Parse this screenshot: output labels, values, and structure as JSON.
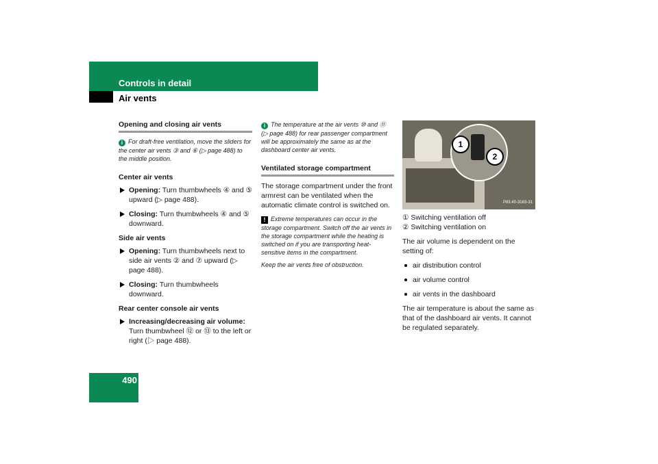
{
  "header": {
    "section": "Controls in detail",
    "topic": "Air vents"
  },
  "page_number": "490",
  "col1": {
    "heading": "Opening and closing air vents",
    "note": "For draft-free ventilation, move the sliders for the center air vents ③ and ⑥ (▷ page 488) to the middle position.",
    "center_title": "Center air vents",
    "center_open_label": "Opening:",
    "center_open_text": " Turn thumbwheels ④ and ⑤ upward (▷ page 488).",
    "center_close_label": "Closing:",
    "center_close_text": " Turn thumbwheels ④ and ⑤ downward.",
    "side_title": "Side air vents",
    "side_open_label": "Opening:",
    "side_open_text": " Turn thumbwheels next to side air vents ② and ⑦ upward (▷ page 488).",
    "side_close_label": "Closing:",
    "side_close_text": " Turn thumbwheels downward.",
    "rear_title": "Rear center console air vents",
    "rear_label": "Increasing/decreasing air volume:",
    "rear_text": " Turn thumbwheel ⑫ or ⑬ to the left or right (▷ page 488)."
  },
  "col2": {
    "note_top": "The temperature at the air vents ⑩ and ⑪ (▷ page 488) for rear passenger compartment will be approximately the same as at the dashboard center air vents.",
    "heading": "Ventilated storage compartment",
    "para": "The storage compartment under the front armrest can be ventilated when the automatic climate control is switched on.",
    "warn": "Extreme temperatures can occur in the storage compartment. Switch off the air vents in the storage compartment while the heating is switched on if you are transporting heat-sensitive items in the compartment.",
    "warn2": "Keep the air vents free of obstruction."
  },
  "col3": {
    "photo_code": "P83.40-3163-31",
    "callout1": "1",
    "callout2": "2",
    "item1": "① Switching ventilation off",
    "item2": "② Switching ventilation on",
    "para1": "The air volume is dependent on the setting of:",
    "bullets": [
      "air distribution control",
      "air volume control",
      "air vents in the dashboard"
    ],
    "para2": "The air temperature is about the same as that of the dashboard air vents. It cannot be regulated separately."
  },
  "colors": {
    "accent": "#0a8a52"
  }
}
